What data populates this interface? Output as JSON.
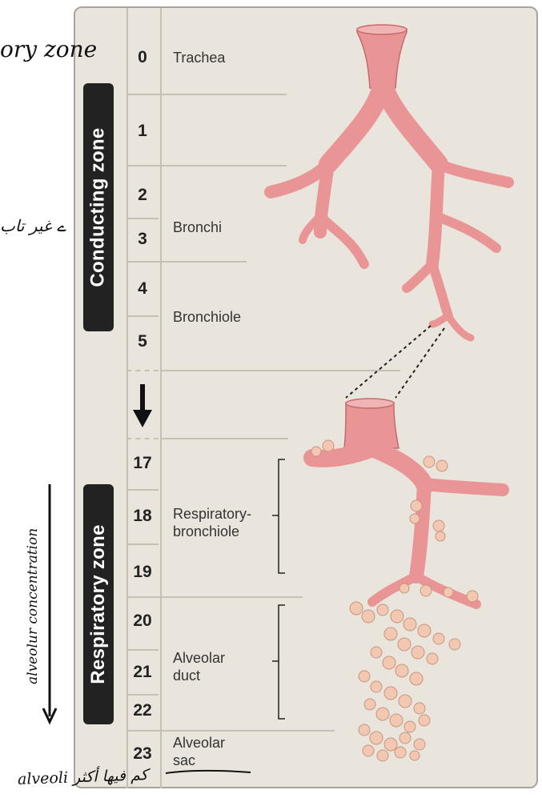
{
  "zones": {
    "conducting": "Conducting zone",
    "respiratory": "Respiratory zone"
  },
  "generations": [
    "0",
    "1",
    "2",
    "3",
    "4",
    "5",
    "17",
    "18",
    "19",
    "20",
    "21",
    "22",
    "23"
  ],
  "labels": {
    "trachea": "Trachea",
    "bronchi": "Bronchi",
    "bronchiole": "Bronchiole",
    "resp_line1": "Respiratory-",
    "resp_line2": "bronchiole",
    "duct_line1": "Alveolar",
    "duct_line2": "duct",
    "sac_line1": "Alveolar",
    "sac_line2": "sac"
  },
  "annotations": {
    "top_left": "ory zone",
    "left_arabic": "ے غیر تاب",
    "vertical": "alveolur concentration",
    "bottom": "alveoli كم فيها أكثر"
  },
  "icons": {
    "arrow": "down-arrow-icon"
  },
  "colors": {
    "airway": "#e99595",
    "airway_edge": "#c56b6b",
    "alveolus": "#f2c8b2",
    "zone_bar": "#222222"
  }
}
